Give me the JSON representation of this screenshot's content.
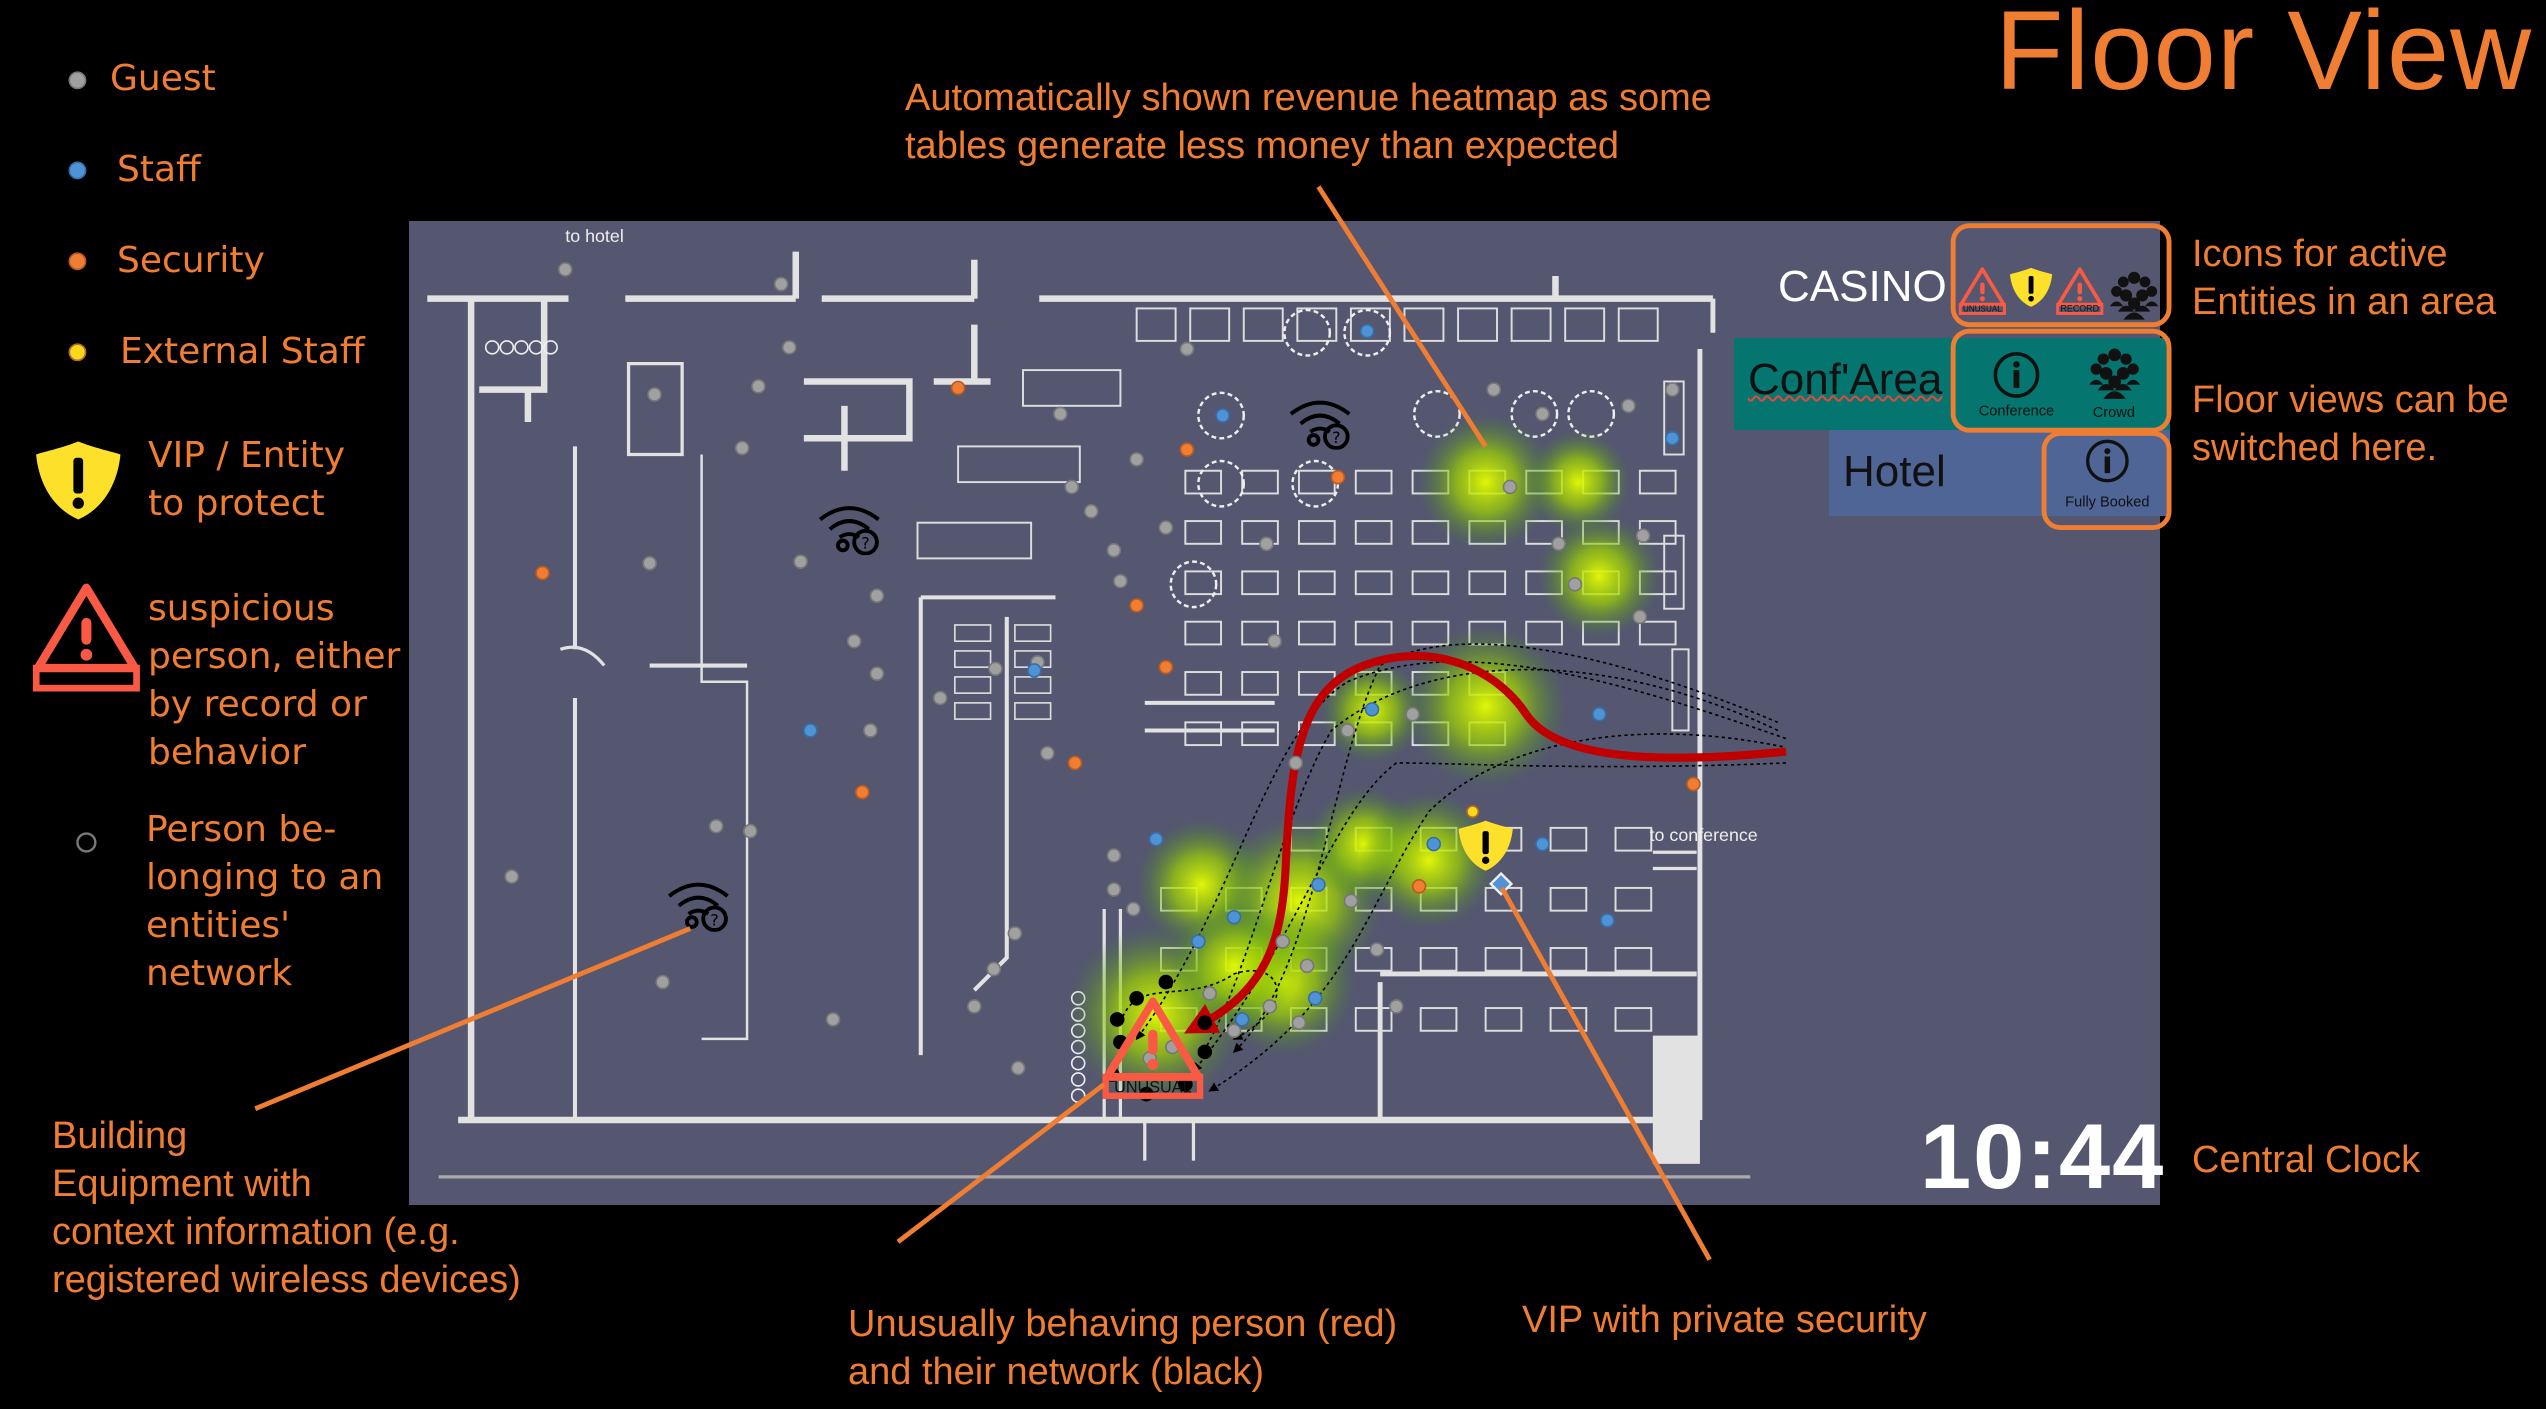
{
  "title": "Floor View",
  "legend": {
    "guest": "Guest",
    "staff": "Staff",
    "security": "Security",
    "external_staff": "External Staff",
    "vip": [
      "VIP / Entity",
      "to protect"
    ],
    "suspicious": [
      "suspicious",
      "person, either",
      "by record or",
      "behavior"
    ],
    "network": [
      "Person be-",
      "longing to an",
      "entities'",
      "network"
    ]
  },
  "colors": {
    "accent": "#ef7d32",
    "guest": "#a0a0a0",
    "staff": "#4f93d6",
    "security": "#ef7d32",
    "external_staff": "#f7d81a",
    "vip": "#fde02a",
    "suspicious": "#fa5a44",
    "map_background": "#555770",
    "conf_area": "#05766f",
    "hotel": "#4f6596"
  },
  "map": {
    "to_hotel": "to hotel",
    "to_conference": "to conference",
    "unusual_marker": "UNUSUAL"
  },
  "areas": {
    "casino": {
      "name": "CASINO",
      "badges": [
        "UNUSUAL",
        "RECORD"
      ]
    },
    "conf": {
      "name": "Conf'Area",
      "badges": [
        "Conference",
        "Crowd"
      ]
    },
    "hotel": {
      "name": "Hotel",
      "badges": [
        "Fully Booked"
      ]
    }
  },
  "clock": "10:44",
  "annotations": {
    "heatmap": [
      "Automatically shown revenue heatmap as some",
      "tables generate less money than expected"
    ],
    "icons": [
      "Icons for active",
      "Entities in an area"
    ],
    "switch": [
      "Floor views can be",
      "switched here."
    ],
    "clock": "Central Clock",
    "equipment": [
      "Building",
      "Equipment with",
      "context information (e.g.",
      "registered wireless devices)"
    ],
    "unusual": [
      "Unusually behaving person (red)",
      "and their network (black)"
    ],
    "vip": "VIP with private security"
  }
}
